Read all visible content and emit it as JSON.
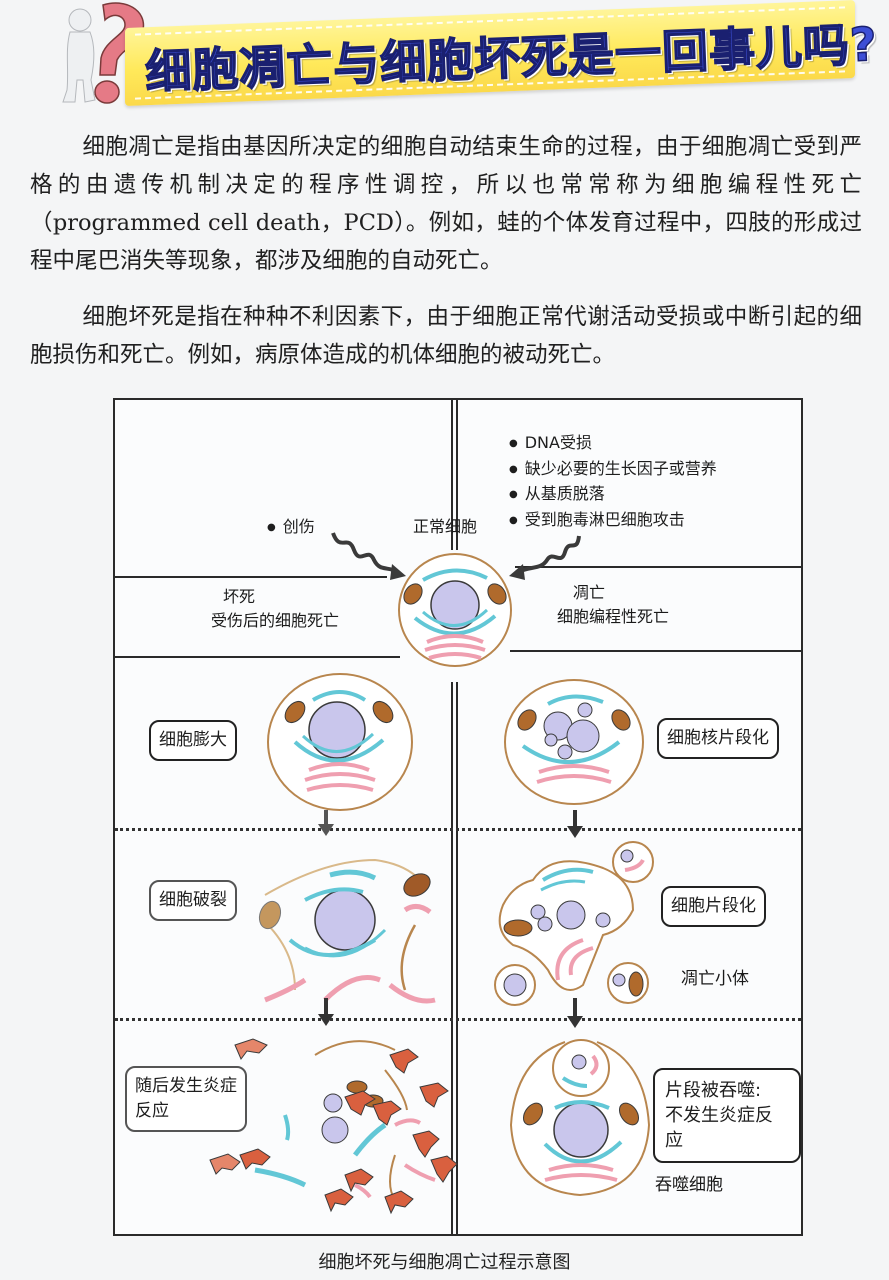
{
  "header": {
    "title": "细胞凋亡与细胞坏死是一回事儿吗?",
    "mascot_icon": "thinking-figure-question-mark-icon"
  },
  "body": {
    "paragraphs": [
      "细胞凋亡是指由基因所决定的细胞自动结束生命的过程，由于细胞凋亡受到严格的由遗传机制决定的程序性调控，所以也常常称为细胞编程性死亡（programmed cell death，PCD）。例如，蛙的个体发育过程中，四肢的形成过程中尾巴消失等现象，都涉及细胞的自动死亡。",
      "细胞坏死是指在种种不利因素下，由于细胞正常代谢活动受损或中断引起的细胞损伤和死亡。例如，病原体造成的机体细胞的被动死亡。"
    ]
  },
  "figure": {
    "caption": "细胞坏死与细胞凋亡过程示意图",
    "top": {
      "center_label": "正常细胞",
      "left_cause": "创伤",
      "right_causes": [
        "DNA受损",
        "缺少必要的生长因子或营养",
        "从基质脱落",
        "受到胞毒淋巴细胞攻击"
      ],
      "left_title": "坏死",
      "left_subtitle": "受伤后的细胞死亡",
      "right_title": "凋亡",
      "right_subtitle": "细胞编程性死亡"
    },
    "necrosis_steps": [
      "细胞膨大",
      "细胞破裂",
      "随后发生炎症\n反应"
    ],
    "apoptosis_steps": [
      "细胞核片段化",
      "细胞片段化",
      "片段被吞噬:\n不发生炎症反应"
    ],
    "apoptosis_labels": {
      "apoptotic_bodies": "凋亡小体",
      "phagocyte": "吞噬细胞"
    },
    "colors": {
      "membrane": "#b8864e",
      "nucleus": "#c9c6ec",
      "er": "#62c7d6",
      "golgi": "#ef9fb0",
      "mitochondria": "#b06a2c",
      "debris": "#d9603f"
    }
  }
}
